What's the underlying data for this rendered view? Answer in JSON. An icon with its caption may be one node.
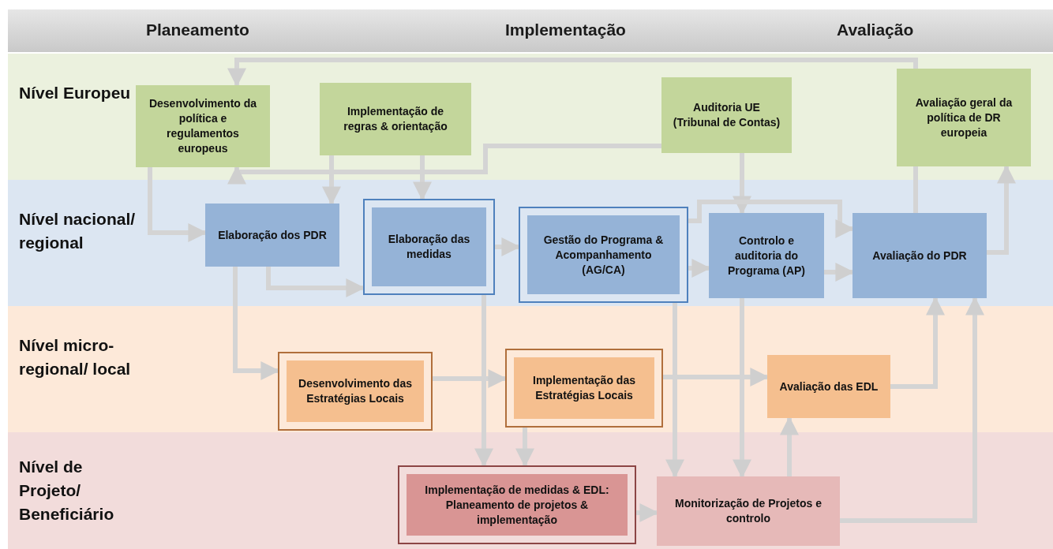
{
  "diagram": {
    "nodes": [
      {
        "text": [
          "Nível Europeu"
        ]
      },
      {
        "text": [
          "Desenvolvimento da política e regulamentos europeus"
        ],
        "in": 0
      },
      {
        "text": [
          "Implementação de regras & orientação"
        ],
        "in": 0
      },
      {
        "text": [
          "Auditoria UE (Tribunal de Contas)"
        ],
        "in": 0
      },
      {
        "text": [
          "Avaliação geral da política de DR europeia"
        ],
        "in": 0
      },
      {
        "text": [
          "Nível nacional/ regional"
        ]
      },
      {
        "text": [
          "Elaboração dos PDR"
        ],
        "in": 5
      },
      {
        "text": [
          "Elaboração das medidas"
        ],
        "in": 5
      },
      {
        "text": [
          "Gestão do Programa & Acompanhamento (AG/CA)"
        ],
        "in": 5
      },
      {
        "text": [
          "Controlo e auditoria do Programa (AP)"
        ],
        "in": 5
      },
      {
        "text": [
          "Avaliação do PDR"
        ],
        "in": 5
      },
      {
        "text": [
          "Nível micro-regional/ local"
        ]
      },
      {
        "text": [
          "Desenvolvimento das Estratégias Locais"
        ],
        "in": 11
      },
      {
        "text": [
          "Implementação das Estratégias Locais"
        ],
        "in": 11
      },
      {
        "text": [
          "Avaliação das EDL"
        ],
        "in": 11
      },
      {
        "text": [
          "Nível de Projeto/ Beneficiário"
        ]
      },
      {
        "text": [
          "Implementação de medidas & EDL: Planeamento de projetos & implementação"
        ],
        "in": 15
      },
      {
        "text": [
          "Monitorização de Projetos e controlo"
        ],
        "in": 15
      }
    ],
    "edges": [
      {
        "from": 4,
        "to": 1,
        "arrow": "to"
      },
      {
        "from": 3,
        "to": 1,
        "arrow": "to"
      },
      {
        "from": 1,
        "to": 6,
        "arrow": "to"
      },
      {
        "from": 2,
        "to": 6,
        "arrow": "to"
      },
      {
        "from": 2,
        "to": 7,
        "arrow": "to"
      },
      {
        "from": 6,
        "to": 7,
        "arrow": "to"
      },
      {
        "from": 6,
        "to": 12,
        "arrow": "to"
      },
      {
        "from": 7,
        "to": 8,
        "arrow": "to"
      },
      {
        "from": 3,
        "to": 9,
        "arrow": "to"
      },
      {
        "from": 8,
        "to": 10,
        "arrow": "to"
      },
      {
        "from": 8,
        "to": 9,
        "arrow": "to"
      },
      {
        "from": 9,
        "to": 10,
        "arrow": "to"
      },
      {
        "from": 10,
        "to": 4,
        "arrow": "to"
      },
      {
        "from": 10,
        "to": 4,
        "arrow": "none"
      },
      {
        "from": 12,
        "to": 13,
        "arrow": "to"
      },
      {
        "from": 13,
        "to": 14,
        "arrow": "to"
      },
      {
        "from": 14,
        "to": 10,
        "arrow": "to"
      },
      {
        "from": 7,
        "to": 16,
        "arrow": "to"
      },
      {
        "from": 13,
        "to": 16,
        "arrow": "to"
      },
      {
        "from": 8,
        "to": 17,
        "arrow": "to"
      },
      {
        "from": 9,
        "to": 17,
        "arrow": "to"
      },
      {
        "from": 17,
        "to": 14,
        "arrow": "to"
      },
      {
        "from": 16,
        "to": 17,
        "arrow": "to"
      },
      {
        "from": 17,
        "to": 10,
        "arrow": "to"
      }
    ],
    "labels": [
      "Planeamento",
      "Implementação",
      "Avaliação"
    ]
  }
}
